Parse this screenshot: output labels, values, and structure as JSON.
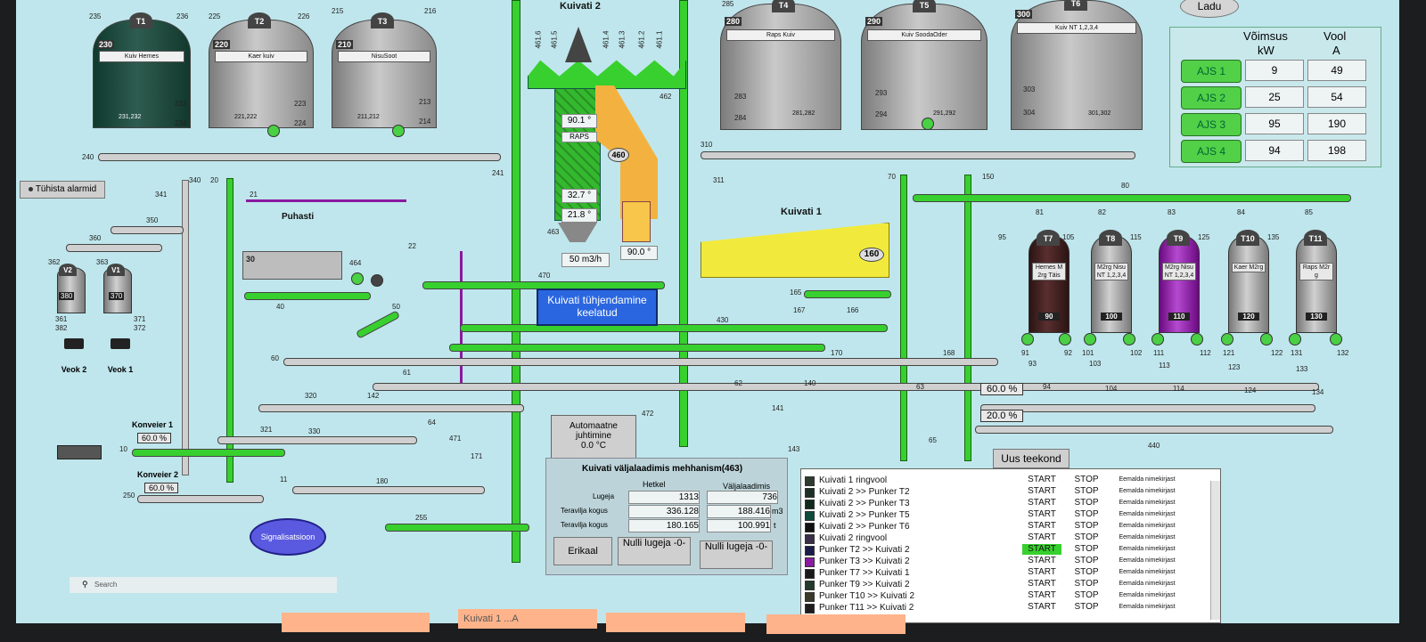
{
  "buttons": {
    "clear_alarms": "Tühista alarmid",
    "new_route": "Uus teekond",
    "signalization": "Signalisatsioon",
    "ladu": "Ladu",
    "auto_title": "Automaatne juhtimine",
    "auto_value": "0.0 °C",
    "dryer_empty_l1": "Kuivati tühjendamine",
    "dryer_empty_l2": "keelatud"
  },
  "top_tanks": [
    {
      "id": "T1",
      "num": "230",
      "name": "Kuiv Hernes",
      "bottom": "231,232",
      "m1": "235",
      "m2": "236",
      "side1": "233",
      "side2": "234"
    },
    {
      "id": "T2",
      "num": "220",
      "name": "Kaer kuiv",
      "bottom": "221,222",
      "m1": "225",
      "m2": "226",
      "side1": "223",
      "side2": "224"
    },
    {
      "id": "T3",
      "num": "210",
      "name": "NisuSoot",
      "bottom": "211,212",
      "m1": "215",
      "m2": "216",
      "side1": "213",
      "side2": "214"
    }
  ],
  "right_tanks": [
    {
      "id": "T4",
      "num": "280",
      "name": "Raps Kuiv",
      "bottom": "281,282",
      "left1": "283",
      "left2": "284",
      "top": "285"
    },
    {
      "id": "T5",
      "num": "290",
      "name": "Kuiv SoodaOder",
      "bottom": "291,292",
      "left1": "293",
      "left2": "294",
      "top": ""
    },
    {
      "id": "T6",
      "num": "300",
      "name": "Kuiv NT 1,2,3,4",
      "bottom": "301,302",
      "left1": "303",
      "left2": "304",
      "top": ""
    }
  ],
  "silos": [
    {
      "id": "T7",
      "num": "90",
      "name": "Hernes M 2rg Täis",
      "color": "dark",
      "motor_top": "81",
      "left": "95",
      "bl": "91",
      "br": "92",
      "v1": "93",
      "v2": "94"
    },
    {
      "id": "T8",
      "num": "100",
      "name": "M2rg Nisu NT 1,2,3,4",
      "color": "grey",
      "motor_top": "82",
      "left": "105",
      "bl": "101",
      "br": "102",
      "v1": "103",
      "v2": "104"
    },
    {
      "id": "T9",
      "num": "110",
      "name": "M2rg Nisu NT 1,2,3,4",
      "color": "purple",
      "motor_top": "83",
      "left": "115",
      "bl": "111",
      "br": "112",
      "v1": "113",
      "v2": "114"
    },
    {
      "id": "T10",
      "num": "120",
      "name": "Kaer M2rg",
      "color": "grey",
      "motor_top": "84",
      "left": "125",
      "bl": "121",
      "br": "122",
      "v1": "123",
      "v2": "124"
    },
    {
      "id": "T11",
      "num": "130",
      "name": "Raps M2r g",
      "color": "grey",
      "motor_top": "85",
      "left": "135",
      "bl": "131",
      "br": "132",
      "v1": "133",
      "v2": "134"
    }
  ],
  "small_silos": [
    {
      "id": "V2",
      "num": "380",
      "label": "Veok 2",
      "m": "362",
      "v1": "361",
      "v2": "382"
    },
    {
      "id": "V1",
      "num": "370",
      "label": "Veok 1",
      "m": "363",
      "v1": "371",
      "v2": "372"
    }
  ],
  "titles": {
    "kuivati2": "Kuivati 2",
    "kuivati1": "Kuivati 1",
    "puhasti": "Puhasti",
    "konveler1": "Konveier 1",
    "konveler2": "Konveier 2"
  },
  "dryer2": {
    "temp1": "90.1 °",
    "product": "RAPS",
    "temp2": "32.7 °",
    "temp3": "21.8 °",
    "burner_temp": "90.0 °",
    "flow": "50 m3/h",
    "id": "460",
    "bottom_id": "463",
    "conveyor_id": "462",
    "labels": [
      "461.6",
      "461.5",
      "461.4",
      "461.3",
      "461.2",
      "461.1"
    ]
  },
  "dryer1": {
    "id": "160"
  },
  "pct": {
    "konveler1": "60.0 %",
    "konveler2": "60.0 %",
    "c1": "60.0 %",
    "c2": "20.0 %"
  },
  "conveyor_labels": {
    "c240": "240",
    "c310": "310",
    "c340": "340",
    "c341": "341",
    "c350": "350",
    "c360": "360",
    "c20": "20",
    "c21": "21",
    "c22": "22",
    "c30": "30",
    "c40": "40",
    "c50": "50",
    "c464": "464",
    "c470": "470",
    "c430": "430",
    "c170": "170",
    "c60": "60",
    "c61": "61",
    "c62": "62",
    "c63": "63",
    "c140": "140",
    "c141": "141",
    "c142": "142",
    "c143": "143",
    "c320": "320",
    "c321": "321",
    "c330": "330",
    "c64": "64",
    "c471": "471",
    "c171": "171",
    "c472": "472",
    "c180": "180",
    "c255": "255",
    "c11": "11",
    "c10": "10",
    "c250": "250",
    "c241": "241",
    "c311": "311",
    "c70": "70",
    "c150": "150",
    "c80": "80",
    "c165": "165",
    "c166": "166",
    "c167": "167",
    "c168": "168",
    "c65": "65",
    "c440": "440"
  },
  "power_table": {
    "col1": "Võimsus",
    "col1u": "kW",
    "col2": "Vool",
    "col2u": "A",
    "rows": [
      {
        "name": "AJS 1",
        "kw": "9",
        "a": "49"
      },
      {
        "name": "AJS 2",
        "kw": "25",
        "a": "54"
      },
      {
        "name": "AJS 3",
        "kw": "95",
        "a": "190"
      },
      {
        "name": "AJS 4",
        "kw": "94",
        "a": "198"
      }
    ]
  },
  "mech": {
    "title": "Kuivati väljalaadimis mehhanism(463)",
    "col1": "Hetkel",
    "col2": "Väljalaadimis",
    "rows": [
      {
        "label": "Lugeja",
        "cur": "1313",
        "out": "736",
        "unit": ""
      },
      {
        "label": "Teravilja kogus",
        "cur": "336.128",
        "out": "188.416",
        "unit": "m3"
      },
      {
        "label": "Teravilja kogus",
        "cur": "180.165",
        "out": "100.991",
        "unit": "t"
      }
    ],
    "btn_erikaal": "Erikaal",
    "btn_null1": "Nulli lugeja -0-",
    "btn_null2": "Nulli lugeja -0-"
  },
  "routes": {
    "start": "START",
    "stop": "STOP",
    "remove": "Eemalda nimekirjast",
    "items": [
      {
        "name": "Kuivati 1 ringvool",
        "color": "#2e3b2e",
        "active": false
      },
      {
        "name": "Kuivati 2 >> Punker T2",
        "color": "#1d3027",
        "active": false
      },
      {
        "name": "Kuivati 2 >> Punker T3",
        "color": "#102a1e",
        "active": false
      },
      {
        "name": "Kuivati 2 >> Punker T5",
        "color": "#0e4b3a",
        "active": false
      },
      {
        "name": "Kuivati 2 >> Punker T6",
        "color": "#111",
        "active": false
      },
      {
        "name": "Kuivati 2 ringvool",
        "color": "#3a2e4a",
        "active": false
      },
      {
        "name": "Punker T2 >> Kuivati 2",
        "color": "#1c1c4a",
        "active": true
      },
      {
        "name": "Punker T3 >> Kuivati 2",
        "color": "#8a1aa0",
        "active": false
      },
      {
        "name": "Punker T7 >> Kuivati 1",
        "color": "#1a1a1a",
        "active": false
      },
      {
        "name": "Punker T9 >> Kuivati 2",
        "color": "#233a2a",
        "active": false
      },
      {
        "name": "Punker T10 >> Kuivati 2",
        "color": "#3a3a2a",
        "active": false
      },
      {
        "name": "Punker T11 >> Kuivati 2",
        "color": "#1c1c1c",
        "active": false
      }
    ]
  },
  "taskbar": {
    "search": "Search"
  },
  "notes": {
    "n1": "Kuivati 1 ...A"
  },
  "colors": {
    "background": "#bfe6ec",
    "green": "#37d02e",
    "purple": "#8a1aa0",
    "yellow": "#f1ea3c",
    "orange": "#f3b23f"
  }
}
